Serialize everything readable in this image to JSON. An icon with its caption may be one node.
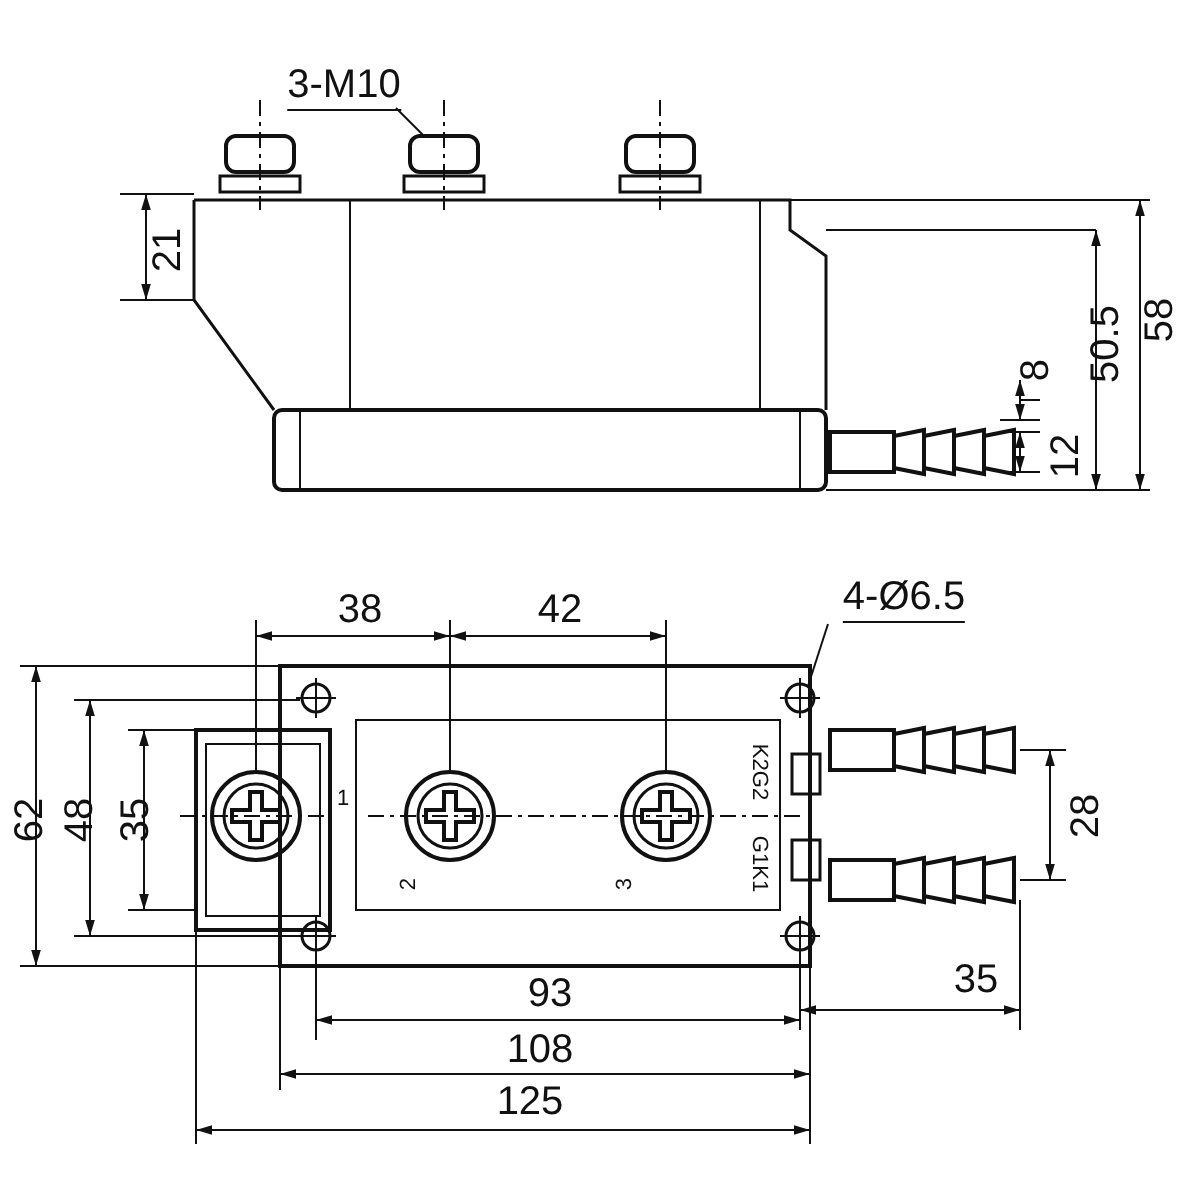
{
  "diagram": {
    "nodes": [
      {
        "text": [
          "3-M10"
        ]
      },
      {
        "text": [],
        "shape": "box"
      },
      {
        "text": [
          "4-Ø6.5"
        ]
      },
      {
        "text": [],
        "shape": "circle"
      }
    ],
    "edges": [
      {
        "from": 0,
        "to": 1,
        "arrow": "none"
      },
      {
        "from": 2,
        "to": 3,
        "arrow": "none"
      }
    ],
    "labels": [
      "21",
      "8",
      "50.5",
      "58",
      "12",
      "38",
      "42",
      "62",
      "48",
      "35",
      "1",
      "2",
      "3",
      "K2G2",
      "G1K1",
      "28",
      "93",
      "35",
      "108",
      "125"
    ]
  }
}
